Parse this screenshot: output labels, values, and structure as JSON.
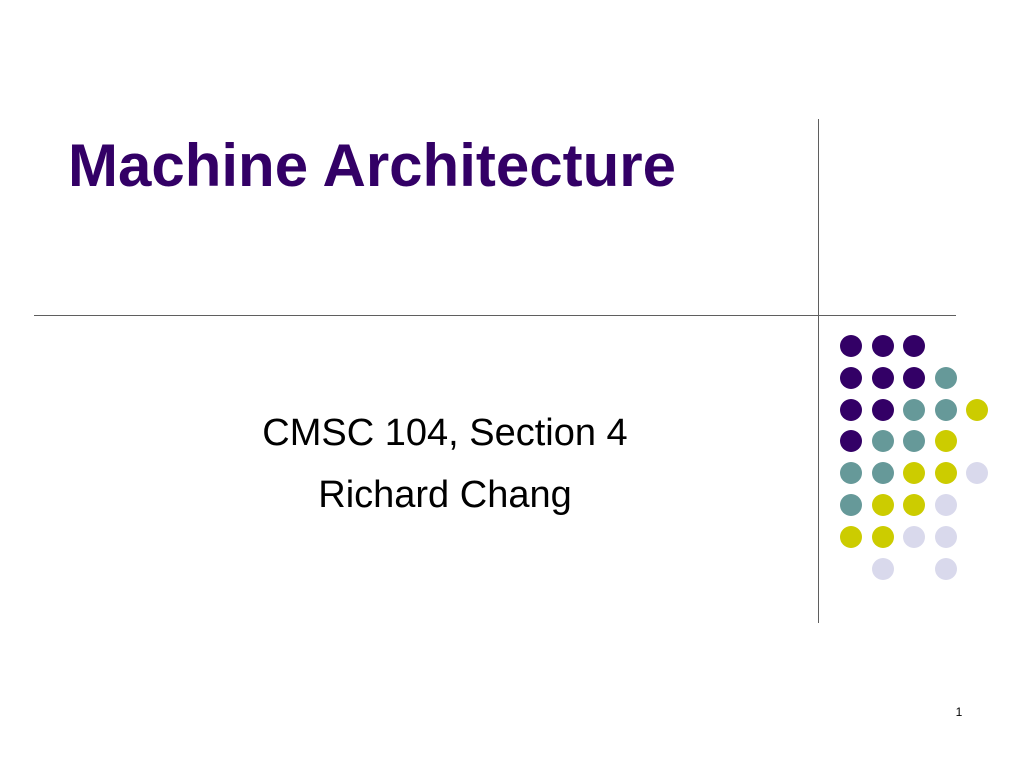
{
  "slide": {
    "title": "Machine Architecture",
    "subtitle_lines": [
      "CMSC 104, Section 4",
      "Richard Chang"
    ],
    "page_number": "1"
  },
  "colors": {
    "title": "#330066",
    "purple": "#330066",
    "teal": "#669999",
    "olive": "#cccc00",
    "lavender": "#d9d9ec",
    "rule": "#5f5f5f"
  },
  "dot_grid": [
    [
      "purple",
      "purple",
      "purple",
      "",
      ""
    ],
    [
      "purple",
      "purple",
      "purple",
      "teal",
      ""
    ],
    [
      "purple",
      "purple",
      "teal",
      "teal",
      "olive"
    ],
    [
      "purple",
      "teal",
      "teal",
      "olive",
      ""
    ],
    [
      "teal",
      "teal",
      "olive",
      "olive",
      "lavender"
    ],
    [
      "teal",
      "olive",
      "olive",
      "lavender",
      ""
    ],
    [
      "olive",
      "olive",
      "lavender",
      "lavender",
      ""
    ],
    [
      "",
      "lavender",
      "",
      "lavender",
      ""
    ]
  ]
}
